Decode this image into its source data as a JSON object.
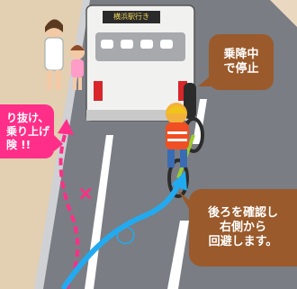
{
  "callouts": {
    "bus_stopped": "乗降中\nで停止",
    "check_behind": "後ろを確認し\n右側から\n回避します。",
    "overtake_danger": "り抜け、\n乗り上げ\n険 !!"
  },
  "bus": {
    "destination_sign": "横浜駅行き"
  },
  "marks": {
    "correct": "○",
    "wrong": "×"
  },
  "colors": {
    "asphalt": "#7a7d83",
    "lane_line": "#ffffff",
    "sidewalk": "#ead9c0",
    "callout_brown": "#9a5a2b",
    "danger_pink": "#ff2e88",
    "safe_blue": "#22aaf0",
    "bus_body": "#f1f1ef"
  }
}
